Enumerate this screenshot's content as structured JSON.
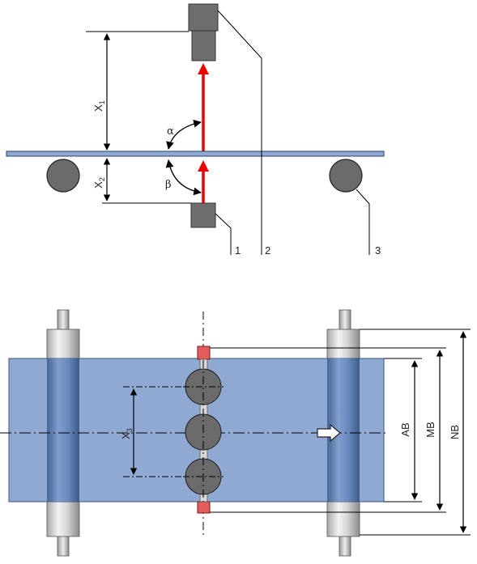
{
  "top_view": {
    "dimensions": {
      "x1": {
        "main": "X",
        "sub": "1"
      },
      "x2": {
        "main": "X",
        "sub": "2"
      }
    },
    "angles": {
      "alpha": "α",
      "beta": "β"
    },
    "callouts": [
      "1",
      "2",
      "3"
    ]
  },
  "bottom_view": {
    "dimensions": {
      "x3": {
        "main": "X",
        "sub": "3"
      },
      "ab": "AB",
      "mb": "MB",
      "nb": "NB"
    }
  },
  "colors": {
    "beam": "#ee0000",
    "sheet_blue": "#8fa9d3",
    "sensor": "#6e6e6e",
    "roller": "#6b6b6b",
    "marker_red": "#e35b5b"
  }
}
